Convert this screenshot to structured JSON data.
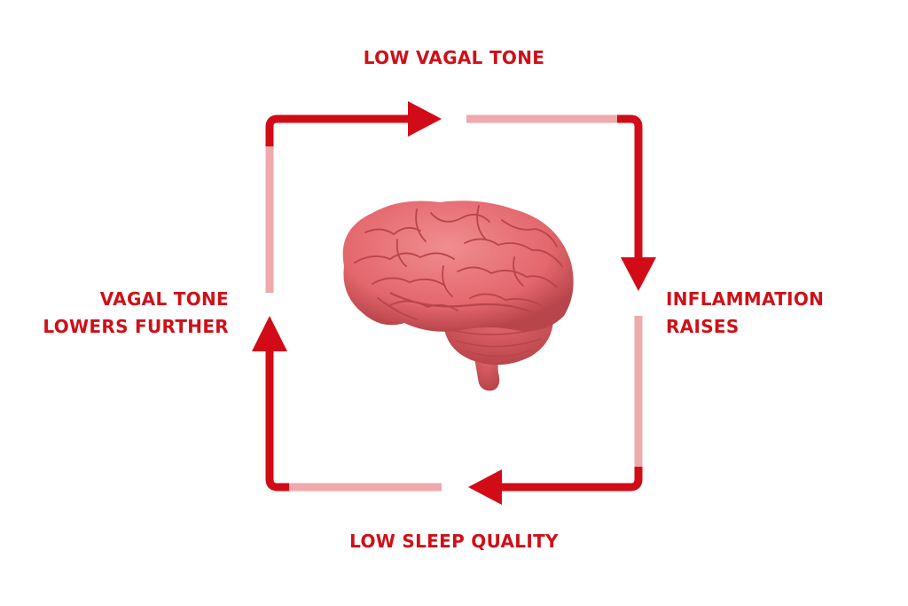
{
  "colors": {
    "primary": "#d10c17",
    "faded": "#f0a9ac",
    "text": "#cf1018",
    "brain_main": "#e3676c",
    "brain_light": "#f08d90",
    "brain_dark": "#b8454b"
  },
  "icons": {
    "center": "brain-icon"
  },
  "labels": {
    "top": "LOW VAGAL TONE",
    "right_line1": "INFLAMMATION",
    "right_line2": "RAISES",
    "bottom": "LOW SLEEP QUALITY",
    "left_line1": "VAGAL TONE",
    "left_line2": "LOWERS FURTHER"
  }
}
